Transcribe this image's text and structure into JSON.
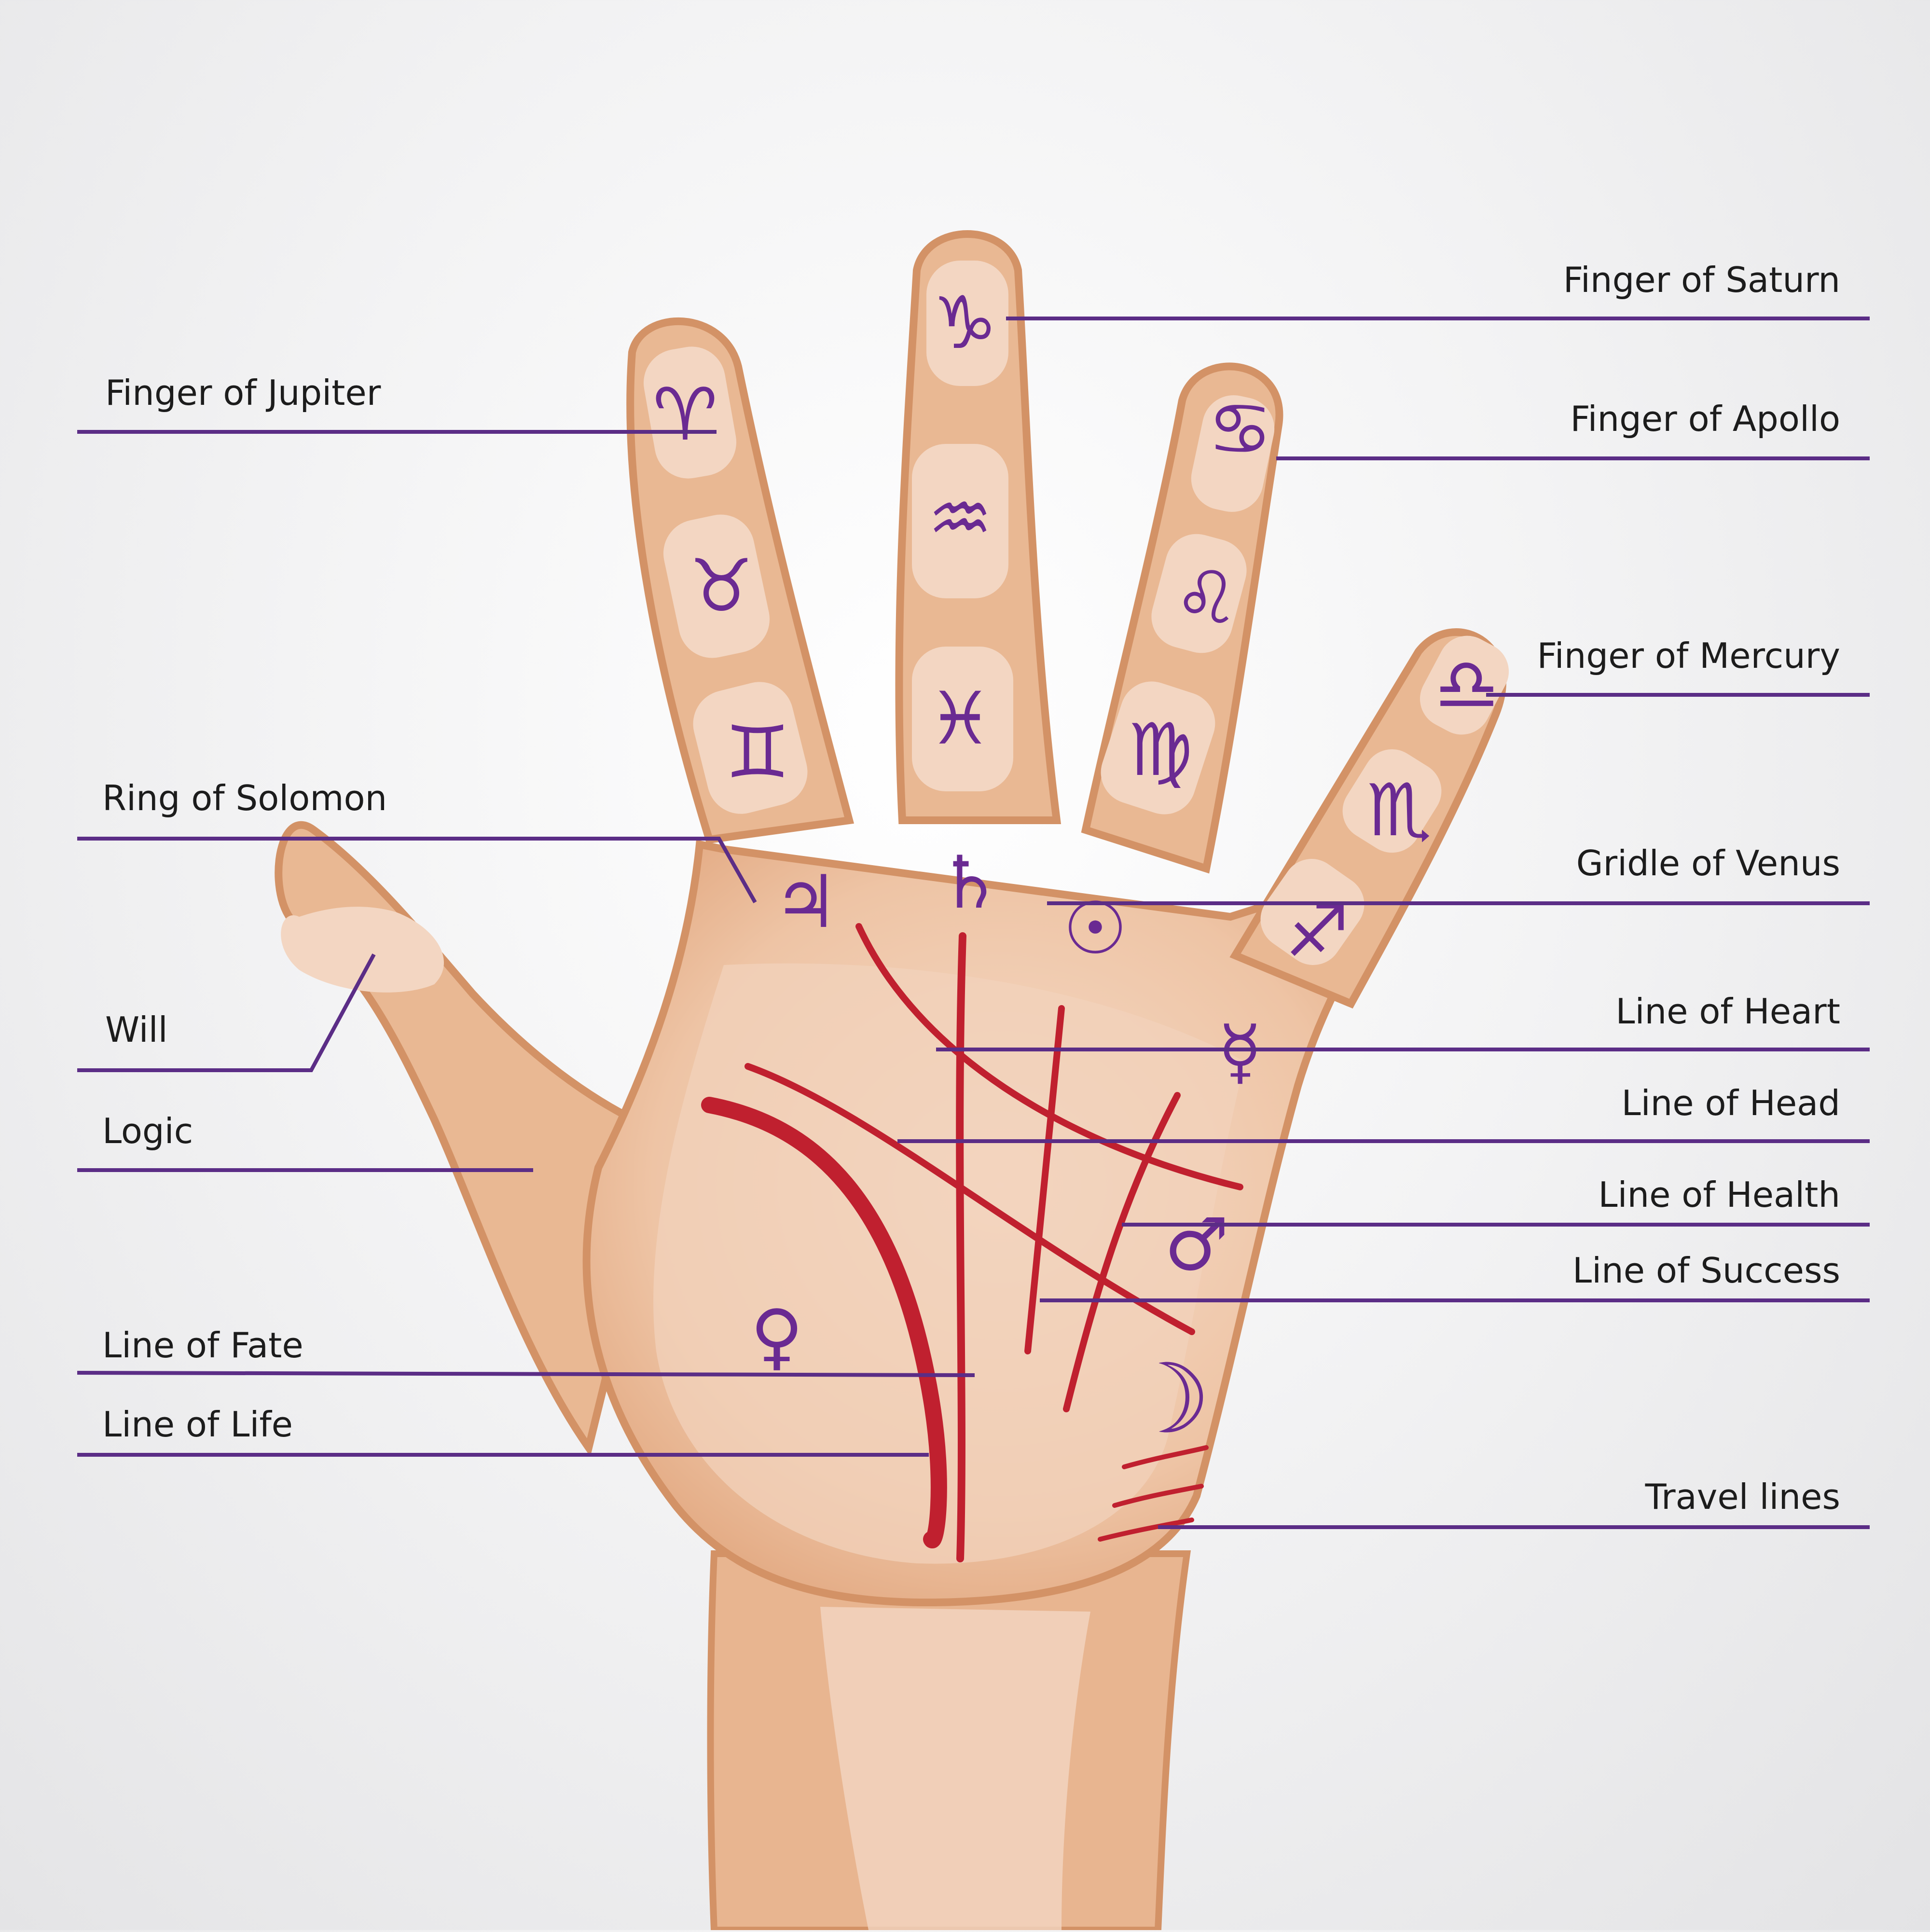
{
  "labels": {
    "finger_of_saturn": "Finger of Saturn",
    "finger_of_jupiter": "Finger of Jupiter",
    "finger_of_apollo": "Finger of Apollo",
    "finger_of_mercury": "Finger of Mercury",
    "ring_of_solomon": "Ring of Solomon",
    "gridle_of_venus": "Gridle of Venus",
    "will": "Will",
    "line_of_heart": "Line of Heart",
    "line_of_head": "Line of Head",
    "logic": "Logic",
    "line_of_health": "Line of Health",
    "line_of_success": "Line of Success",
    "line_of_fate": "Line of Fate",
    "line_of_life": "Line of Life",
    "travel_lines": "Travel lines"
  },
  "symbols": {
    "aries": "♈",
    "taurus": "♉",
    "gemini": "♊",
    "capricorn": "♑",
    "aquarius": "♒",
    "pisces": "♓",
    "cancer": "♋",
    "leo": "♌",
    "virgo": "♍",
    "libra": "♎",
    "scorpio": "♏",
    "sagittarius": "♐",
    "jupiter": "♃",
    "saturn": "♄",
    "sun": "☉",
    "mercury": "☿",
    "mars": "♂",
    "venus": "♀",
    "moon": "☽"
  },
  "colors": {
    "skin": "#e9b893",
    "skin_light": "#f3d6c2",
    "skin_outline": "#d39266",
    "palm_line": "#c0202f",
    "leader_line": "#5b2d86",
    "symbol": "#6a2a92"
  }
}
